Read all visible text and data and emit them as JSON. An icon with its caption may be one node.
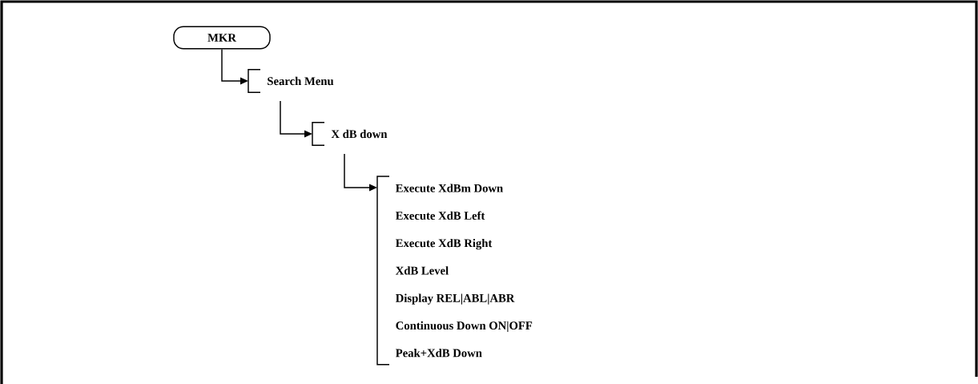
{
  "diagram": {
    "nodes": [
      {
        "text": [
          "MKR"
        ]
      },
      {
        "text": [
          "Search Menu"
        ]
      },
      {
        "text": [
          "X dB down"
        ]
      },
      {
        "text": [
          "Execute XdBm Down",
          "Execute XdB Left",
          "Execute XdB Right",
          "XdB Level",
          "Display REL|ABL|ABR",
          "Continuous Down ON|OFF",
          "Peak+XdB Down"
        ]
      }
    ],
    "edges": [
      {
        "from": 0,
        "to": 1,
        "arrow": "to"
      },
      {
        "from": 1,
        "to": 2,
        "arrow": "to"
      },
      {
        "from": 2,
        "to": 3,
        "arrow": "to"
      }
    ]
  }
}
